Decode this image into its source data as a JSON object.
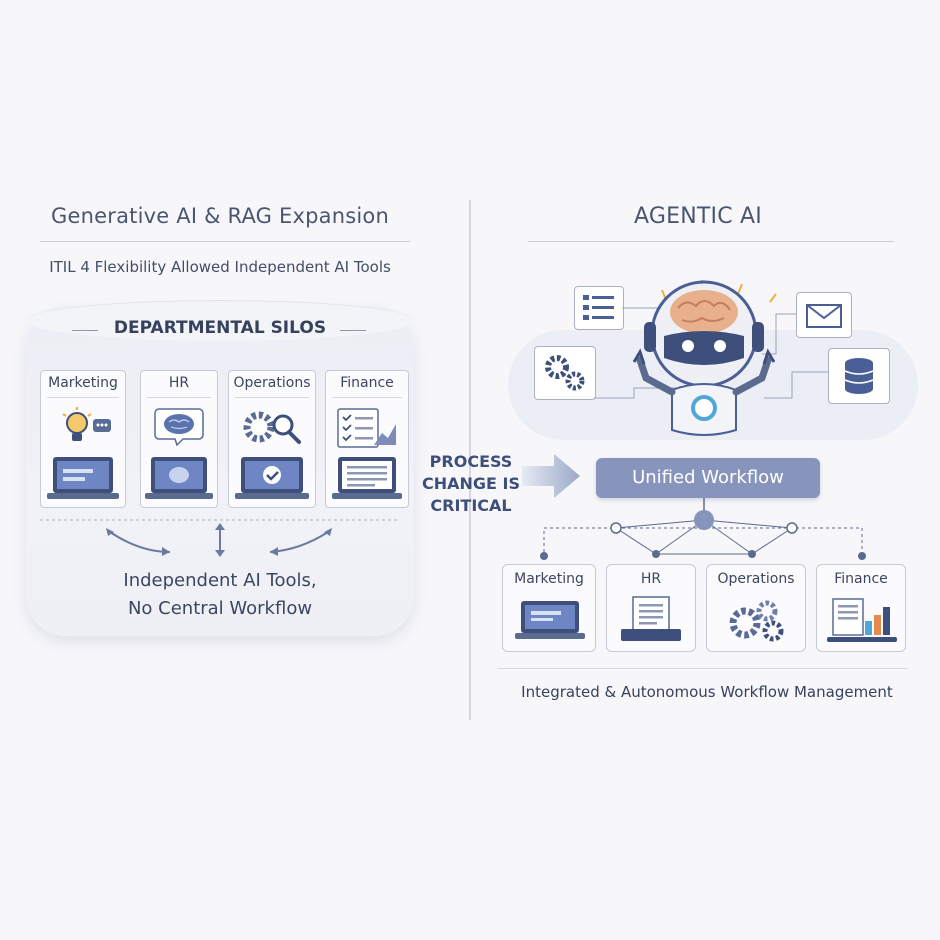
{
  "left": {
    "title": "Generative AI & RAG Expansion",
    "subtitle": "ITIL 4 Flexibility Allowed Independent AI Tools",
    "silo_title": "DEPARTMENTAL SILOS",
    "departments": [
      {
        "label": "Marketing",
        "icon": "lightbulb-chat-icon",
        "device": "laptop-icon"
      },
      {
        "label": "HR",
        "icon": "brain-bubble-icon",
        "device": "laptop-icon"
      },
      {
        "label": "Operations",
        "icon": "gear-search-icon",
        "device": "laptop-check-icon"
      },
      {
        "label": "Finance",
        "icon": "checklist-chart-icon",
        "device": "document-icon"
      }
    ],
    "footer_line1": "Independent AI Tools,",
    "footer_line2": "No Central Workflow"
  },
  "middle": {
    "line1": "PROCESS",
    "line2": "CHANGE IS",
    "line3": "CRITICAL"
  },
  "right": {
    "title": "AGENTIC AI",
    "workflow_label": "Unified Workflow",
    "departments": [
      {
        "label": "Marketing",
        "icon": "laptop-icon"
      },
      {
        "label": "HR",
        "icon": "document-tray-icon"
      },
      {
        "label": "Operations",
        "icon": "gears-icon"
      },
      {
        "label": "Finance",
        "icon": "report-chart-icon"
      }
    ],
    "footer": "Integrated & Autonomous Workflow Management"
  },
  "colors": {
    "navy": "#3d4f7a",
    "slate": "#7d8db8",
    "accent_blue": "#4fa6d8",
    "brain": "#e9b08e",
    "workflow_box": "#8795bd"
  }
}
